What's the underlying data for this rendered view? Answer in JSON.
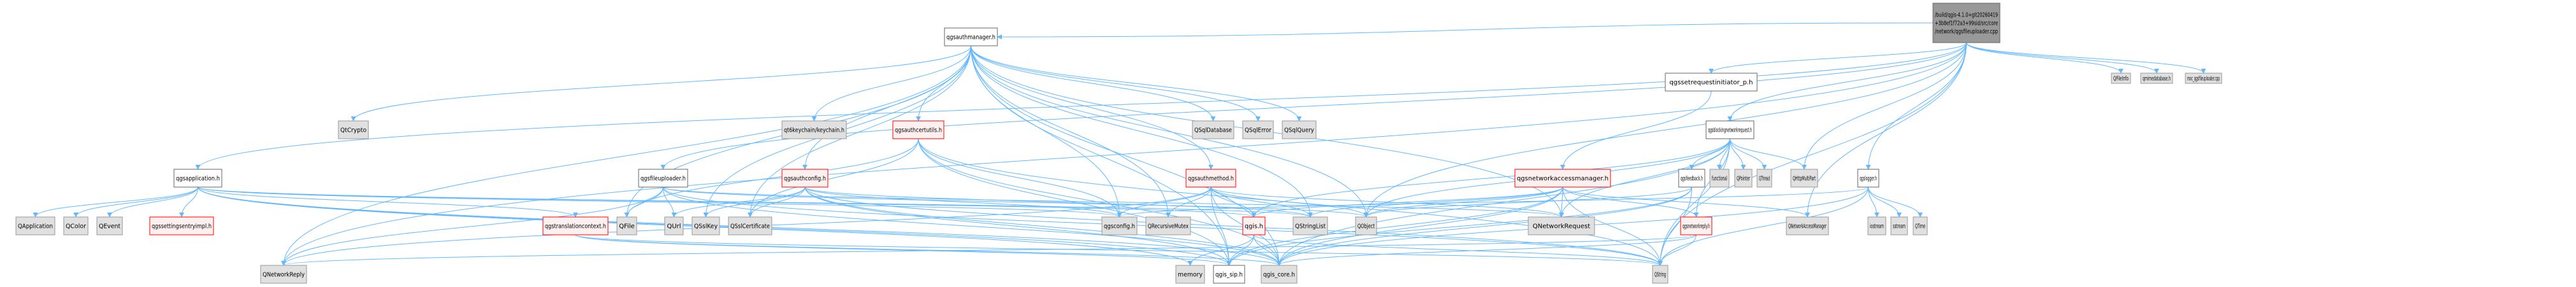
{
  "diagram": {
    "type": "include-dependency-graph",
    "root": "root",
    "colors": {
      "edge": "#63b8ff",
      "root_fill": "#999999",
      "root_stroke": "#666666",
      "documented_fill": "#ffffff",
      "documented_stroke": "#666666",
      "undocumented_fill": "#fff0f0",
      "undocumented_stroke": "#ff0000",
      "external_fill": "#e0e0e0",
      "external_stroke": "#999999"
    },
    "nodes": [
      {
        "id": "root",
        "kind": "root",
        "label": [
          "/build/qgis-4.1.0+git20260419",
          "+3b8ef1f72a3+99sid/src/core",
          "/network/qgsfileuploader.cpp"
        ]
      },
      {
        "id": "qgsauthmanager",
        "kind": "documented",
        "label": [
          "qgsauthmanager.h"
        ]
      },
      {
        "id": "qgssetrequestinitiator",
        "kind": "documented",
        "label": [
          "qgssetrequestinitiator_p.h"
        ]
      },
      {
        "id": "qgsblockingnetworkrequest",
        "kind": "documented",
        "label": [
          "qgsblockingnetworkrequest.h"
        ]
      },
      {
        "id": "QFileInfo",
        "kind": "external",
        "label": [
          "QFileInfo"
        ]
      },
      {
        "id": "qmimedatabase",
        "kind": "external",
        "label": [
          "qmimedatabase.h"
        ]
      },
      {
        "id": "moc",
        "kind": "external",
        "label": [
          "moc_qgsfileuploader.cpp"
        ]
      },
      {
        "id": "QtCrypto",
        "kind": "external",
        "label": [
          "QtCrypto"
        ]
      },
      {
        "id": "keychain",
        "kind": "external",
        "label": [
          "qt6keychain/keychain.h"
        ]
      },
      {
        "id": "qgsauthcertutils",
        "kind": "undocumented",
        "label": [
          "qgsauthcertutils.h"
        ]
      },
      {
        "id": "QSqlDatabase",
        "kind": "external",
        "label": [
          "QSqlDatabase"
        ]
      },
      {
        "id": "QSqlError",
        "kind": "external",
        "label": [
          "QSqlError"
        ]
      },
      {
        "id": "QSqlQuery",
        "kind": "external",
        "label": [
          "QSqlQuery"
        ]
      },
      {
        "id": "qgsapplication",
        "kind": "documented",
        "label": [
          "qgsapplication.h"
        ]
      },
      {
        "id": "qgsfileuploader",
        "kind": "documented",
        "label": [
          "qgsfileuploader.h"
        ]
      },
      {
        "id": "qgsauthconfig",
        "kind": "undocumented",
        "label": [
          "qgsauthconfig.h"
        ]
      },
      {
        "id": "qgsauthmethod",
        "kind": "undocumented",
        "label": [
          "qgsauthmethod.h"
        ]
      },
      {
        "id": "qgsnetworkaccessmanager",
        "kind": "undocumented",
        "label": [
          "qgsnetworkaccessmanager.h"
        ]
      },
      {
        "id": "qgsfeedback",
        "kind": "documented",
        "label": [
          "qgsfeedback.h"
        ]
      },
      {
        "id": "functional",
        "kind": "external",
        "label": [
          "functional"
        ]
      },
      {
        "id": "QPointer",
        "kind": "external",
        "label": [
          "QPointer"
        ]
      },
      {
        "id": "QThread",
        "kind": "external",
        "label": [
          "QThread"
        ]
      },
      {
        "id": "QHttpMultiPart",
        "kind": "external",
        "label": [
          "QHttpMultiPart"
        ]
      },
      {
        "id": "qgslogger",
        "kind": "documented",
        "label": [
          "qgslogger.h"
        ]
      },
      {
        "id": "QApplication",
        "kind": "external",
        "label": [
          "QApplication"
        ]
      },
      {
        "id": "QColor",
        "kind": "external",
        "label": [
          "QColor"
        ]
      },
      {
        "id": "QEvent",
        "kind": "external",
        "label": [
          "QEvent"
        ]
      },
      {
        "id": "qgssettingsentryimpl",
        "kind": "undocumented",
        "label": [
          "qgssettingsentryimpl.h"
        ]
      },
      {
        "id": "qgstranslationcontext",
        "kind": "undocumented",
        "label": [
          "qgstranslationcontext.h"
        ]
      },
      {
        "id": "QFile",
        "kind": "external",
        "label": [
          "QFile"
        ]
      },
      {
        "id": "QUrl",
        "kind": "external",
        "label": [
          "QUrl"
        ]
      },
      {
        "id": "QSslKey",
        "kind": "external",
        "label": [
          "QSslKey"
        ]
      },
      {
        "id": "QSslCertificate",
        "kind": "external",
        "label": [
          "QSslCertificate"
        ]
      },
      {
        "id": "qgsconfig",
        "kind": "external",
        "label": [
          "qgsconfig.h"
        ]
      },
      {
        "id": "QRecursiveMutex",
        "kind": "external",
        "label": [
          "QRecursiveMutex"
        ]
      },
      {
        "id": "qgis",
        "kind": "undocumented",
        "label": [
          "qgis.h"
        ]
      },
      {
        "id": "QStringList",
        "kind": "external",
        "label": [
          "QStringList"
        ]
      },
      {
        "id": "QObject",
        "kind": "external",
        "label": [
          "QObject"
        ]
      },
      {
        "id": "QNetworkRequest",
        "kind": "external",
        "label": [
          "QNetworkRequest"
        ]
      },
      {
        "id": "qgsnetworkreply",
        "kind": "undocumented",
        "label": [
          "qgsnetworkreply.h"
        ]
      },
      {
        "id": "QNetworkAccessManager",
        "kind": "external",
        "label": [
          "QNetworkAccessManager"
        ]
      },
      {
        "id": "iostream",
        "kind": "external",
        "label": [
          "iostream"
        ]
      },
      {
        "id": "sstream",
        "kind": "external",
        "label": [
          "sstream"
        ]
      },
      {
        "id": "QTime",
        "kind": "external",
        "label": [
          "QTime"
        ]
      },
      {
        "id": "QNetworkReply",
        "kind": "external",
        "label": [
          "QNetworkReply"
        ]
      },
      {
        "id": "memory",
        "kind": "external",
        "label": [
          "memory"
        ]
      },
      {
        "id": "qgis_sip",
        "kind": "documented",
        "label": [
          "qgis_sip.h"
        ]
      },
      {
        "id": "qgis_core",
        "kind": "external",
        "label": [
          "qgis_core.h"
        ]
      },
      {
        "id": "QString",
        "kind": "external",
        "label": [
          "QString"
        ]
      }
    ],
    "edges": [
      [
        "root",
        "qgsauthmanager"
      ],
      [
        "root",
        "qgssetrequestinitiator"
      ],
      [
        "root",
        "qgsblockingnetworkrequest"
      ],
      [
        "root",
        "QFileInfo"
      ],
      [
        "root",
        "qmimedatabase"
      ],
      [
        "root",
        "moc"
      ],
      [
        "root",
        "qgsapplication"
      ],
      [
        "root",
        "qgsfileuploader"
      ],
      [
        "root",
        "QNetworkReply"
      ],
      [
        "root",
        "QObject"
      ],
      [
        "root",
        "QHttpMultiPart"
      ],
      [
        "root",
        "qgslogger"
      ],
      [
        "root",
        "QNetworkAccessManager"
      ],
      [
        "root",
        "QString"
      ],
      [
        "qgsauthmanager",
        "QtCrypto"
      ],
      [
        "qgsauthmanager",
        "keychain"
      ],
      [
        "qgsauthmanager",
        "qgsauthcertutils"
      ],
      [
        "qgsauthmanager",
        "QSqlDatabase"
      ],
      [
        "qgsauthmanager",
        "QSqlError"
      ],
      [
        "qgsauthmanager",
        "QSqlQuery"
      ],
      [
        "qgsauthmanager",
        "qgsauthconfig"
      ],
      [
        "qgsauthmanager",
        "qgsauthmethod"
      ],
      [
        "qgsauthmanager",
        "QSslKey"
      ],
      [
        "qgsauthmanager",
        "QSslCertificate"
      ],
      [
        "qgsauthmanager",
        "QRecursiveMutex"
      ],
      [
        "qgsauthmanager",
        "QStringList"
      ],
      [
        "qgsauthmanager",
        "QObject"
      ],
      [
        "qgsauthmanager",
        "QNetworkRequest"
      ],
      [
        "qgsauthmanager",
        "QNetworkReply"
      ],
      [
        "qgsauthmanager",
        "qgis_sip"
      ],
      [
        "qgsauthmanager",
        "qgis_core"
      ],
      [
        "qgsauthmanager",
        "QFile"
      ],
      [
        "qgsauthmanager",
        "qgsconfig"
      ],
      [
        "qgsauthcertutils",
        "QFile"
      ],
      [
        "qgsauthcertutils",
        "QSslCertificate"
      ],
      [
        "qgsauthcertutils",
        "qgsconfig"
      ],
      [
        "qgsauthcertutils",
        "qgis_sip"
      ],
      [
        "qgsauthcertutils",
        "qgis_core"
      ],
      [
        "qgsauthcertutils",
        "QString"
      ],
      [
        "qgsauthconfig",
        "QSslKey"
      ],
      [
        "qgsauthconfig",
        "QSslCertificate"
      ],
      [
        "qgsauthconfig",
        "QUrl"
      ],
      [
        "qgsauthconfig",
        "qgsconfig"
      ],
      [
        "qgsauthconfig",
        "QStringList"
      ],
      [
        "qgsauthconfig",
        "qgis_sip"
      ],
      [
        "qgsauthconfig",
        "qgis_core"
      ],
      [
        "qgsauthconfig",
        "QString"
      ],
      [
        "qgsauthmethod",
        "qgsconfig"
      ],
      [
        "qgsauthmethod",
        "QRecursiveMutex"
      ],
      [
        "qgsauthmethod",
        "qgis"
      ],
      [
        "qgsauthmethod",
        "QStringList"
      ],
      [
        "qgsauthmethod",
        "QObject"
      ],
      [
        "qgsauthmethod",
        "QNetworkRequest"
      ],
      [
        "qgsauthmethod",
        "QNetworkReply"
      ],
      [
        "qgsauthmethod",
        "qgis_sip"
      ],
      [
        "qgsauthmethod",
        "qgis_core"
      ],
      [
        "qgssetrequestinitiator",
        "qgsnetworkaccessmanager"
      ],
      [
        "qgsblockingnetworkrequest",
        "qgsfeedback"
      ],
      [
        "qgsblockingnetworkrequest",
        "functional"
      ],
      [
        "qgsblockingnetworkrequest",
        "QPointer"
      ],
      [
        "qgsblockingnetworkrequest",
        "QThread"
      ],
      [
        "qgsblockingnetworkrequest",
        "QHttpMultiPart"
      ],
      [
        "qgsblockingnetworkrequest",
        "qgsnetworkreply"
      ],
      [
        "qgsblockingnetworkrequest",
        "QNetworkRequest"
      ],
      [
        "qgsblockingnetworkrequest",
        "qgis"
      ],
      [
        "qgsblockingnetworkrequest",
        "QObject"
      ],
      [
        "qgsblockingnetworkrequest",
        "qgis_core"
      ],
      [
        "qgsblockingnetworkrequest",
        "QString"
      ],
      [
        "qgsnetworkaccessmanager",
        "QNetworkAccessManager"
      ],
      [
        "qgsnetworkaccessmanager",
        "qgsnetworkreply"
      ],
      [
        "qgsnetworkaccessmanager",
        "QNetworkRequest"
      ],
      [
        "qgsnetworkaccessmanager",
        "QObject"
      ],
      [
        "qgsnetworkaccessmanager",
        "qgis"
      ],
      [
        "qgsnetworkaccessmanager",
        "QStringList"
      ],
      [
        "qgsnetworkaccessmanager",
        "qgis_core"
      ],
      [
        "qgsnetworkaccessmanager",
        "qgis_sip"
      ],
      [
        "qgsnetworkaccessmanager",
        "QString"
      ],
      [
        "qgsfeedback",
        "QObject"
      ],
      [
        "qgsfeedback",
        "qgis_core"
      ],
      [
        "qgsfeedback",
        "qgis_sip"
      ],
      [
        "qgsfeedback",
        "QString"
      ],
      [
        "qgsnetworkreply",
        "QNetworkReply"
      ],
      [
        "qgsnetworkreply",
        "qgis_core"
      ],
      [
        "qgsnetworkreply",
        "QString"
      ],
      [
        "qgslogger",
        "iostream"
      ],
      [
        "qgslogger",
        "sstream"
      ],
      [
        "qgslogger",
        "QTime"
      ],
      [
        "qgslogger",
        "qgsconfig"
      ],
      [
        "qgslogger",
        "qgis_core"
      ],
      [
        "qgslogger",
        "QString"
      ],
      [
        "qgsapplication",
        "QApplication"
      ],
      [
        "qgsapplication",
        "QColor"
      ],
      [
        "qgsapplication",
        "QEvent"
      ],
      [
        "qgsapplication",
        "qgssettingsentryimpl"
      ],
      [
        "qgsapplication",
        "qgstranslationcontext"
      ],
      [
        "qgsapplication",
        "qgsconfig"
      ],
      [
        "qgsapplication",
        "qgis"
      ],
      [
        "qgsapplication",
        "QStringList"
      ],
      [
        "qgsapplication",
        "memory"
      ],
      [
        "qgsapplication",
        "qgis_sip"
      ],
      [
        "qgsapplication",
        "qgis_core"
      ],
      [
        "qgstranslationcontext",
        "qgis_core"
      ],
      [
        "qgstranslationcontext",
        "qgis_sip"
      ],
      [
        "qgstranslationcontext",
        "QString"
      ],
      [
        "qgsfileuploader",
        "QFile"
      ],
      [
        "qgsfileuploader",
        "QUrl"
      ],
      [
        "qgsfileuploader",
        "QObject"
      ],
      [
        "qgsfileuploader",
        "QNetworkReply"
      ],
      [
        "qgsfileuploader",
        "qgis_core"
      ],
      [
        "qgsfileuploader",
        "QNetworkRequest"
      ],
      [
        "qgsfileuploader",
        "QString"
      ],
      [
        "qgis",
        "memory"
      ],
      [
        "qgis",
        "qgis_sip"
      ],
      [
        "qgis",
        "qgis_core"
      ],
      [
        "qgis",
        "QString"
      ]
    ]
  }
}
